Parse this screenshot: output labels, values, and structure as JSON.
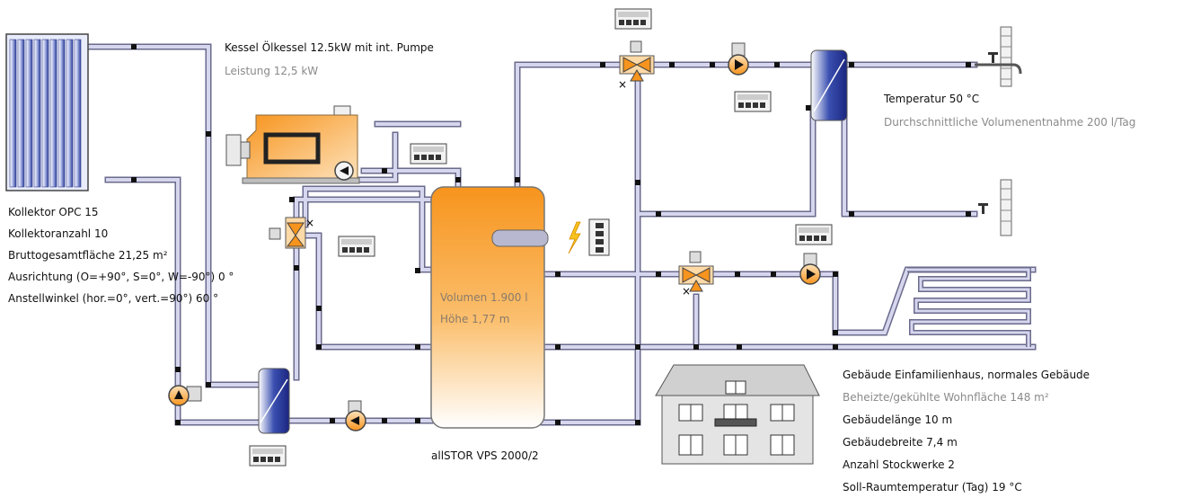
{
  "boiler": {
    "title": "Kessel Ölkessel 12.5kW mit int. Pumpe",
    "power": "Leistung 12,5 kW"
  },
  "collector": {
    "type": "Kollektor OPC 15",
    "count": "Kollektoranzahl 10",
    "area": "Bruttogesamtfläche 21,25 m²",
    "orientation": "Ausrichtung (O=+90°, S=0°, W=-90°) 0 °",
    "tilt": "Anstellwinkel (hor.=0°, vert.=90°) 60 °"
  },
  "storage": {
    "volume": "Volumen 1.900 l",
    "height": "Höhe 1,77 m",
    "model": "allSTOR VPS 2000/2"
  },
  "hot_water": {
    "temperature": "Temperatur 50 °C",
    "draw": "Durchschnittliche Volumenentnahme 200 l/Tag"
  },
  "building": {
    "type": "Gebäude Einfamilienhaus, normales Gebäude",
    "area": "Beheizte/gekühlte Wohnfläche 148 m²",
    "length": "Gebäudelänge 10 m",
    "width": "Gebäudebreite 7,4 m",
    "floors": "Anzahl Stockwerke 2",
    "room_temp": "Soll-Raumtemperatur (Tag) 19 °C"
  },
  "colors": {
    "pipe_fill": "#d2d2ea",
    "pipe_stroke": "#6a6a8c",
    "tank_orange": "#f7941d",
    "boiler_orange": "#f7941d",
    "grey_text": "#8a8a8a"
  }
}
